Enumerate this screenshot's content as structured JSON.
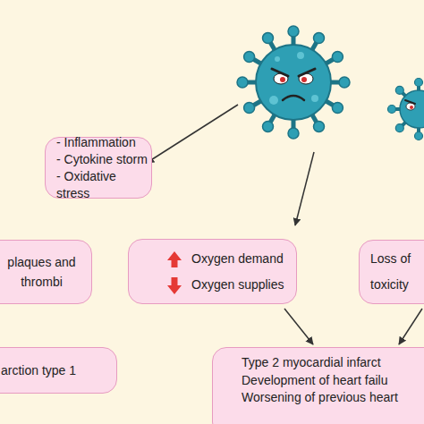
{
  "diagram": {
    "nodes": [
      {
        "text": [
          "- Inflammation",
          "- Cytokine storm",
          "- Oxidative stress"
        ]
      },
      {
        "text": [
          "plaques and thrombi"
        ]
      },
      {
        "text": [
          "Oxygen demand",
          "Oxygen supplies"
        ]
      },
      {
        "text": [
          "Loss of toxicity"
        ]
      },
      {
        "text": [
          "arction type 1"
        ]
      },
      {
        "text": [
          "Type 2 myocardial infarct",
          "Development of heart failu",
          "Worsening of previous heart"
        ]
      }
    ],
    "edges": [
      {
        "from": 2,
        "to": 5,
        "arrow": "to"
      },
      {
        "from": 3,
        "to": 5,
        "arrow": "to"
      }
    ]
  }
}
